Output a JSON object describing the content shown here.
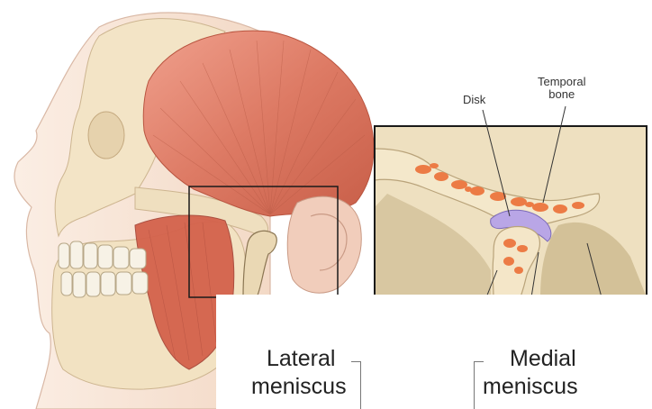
{
  "labels": {
    "disk": "Disk",
    "temporal_bone": "Temporal\nbone",
    "lateral": "Lateral",
    "lateral_meniscus": "meniscus",
    "medial": "Medial",
    "medial_meniscus": "meniscus"
  },
  "colors": {
    "muscle": "#d9745f",
    "bone": "#f1e3c5",
    "bone_marrow": "#ec7b45",
    "disk": "#b9a6e6",
    "skin": "#f7e2d3",
    "frame": "#1a1a1a"
  }
}
